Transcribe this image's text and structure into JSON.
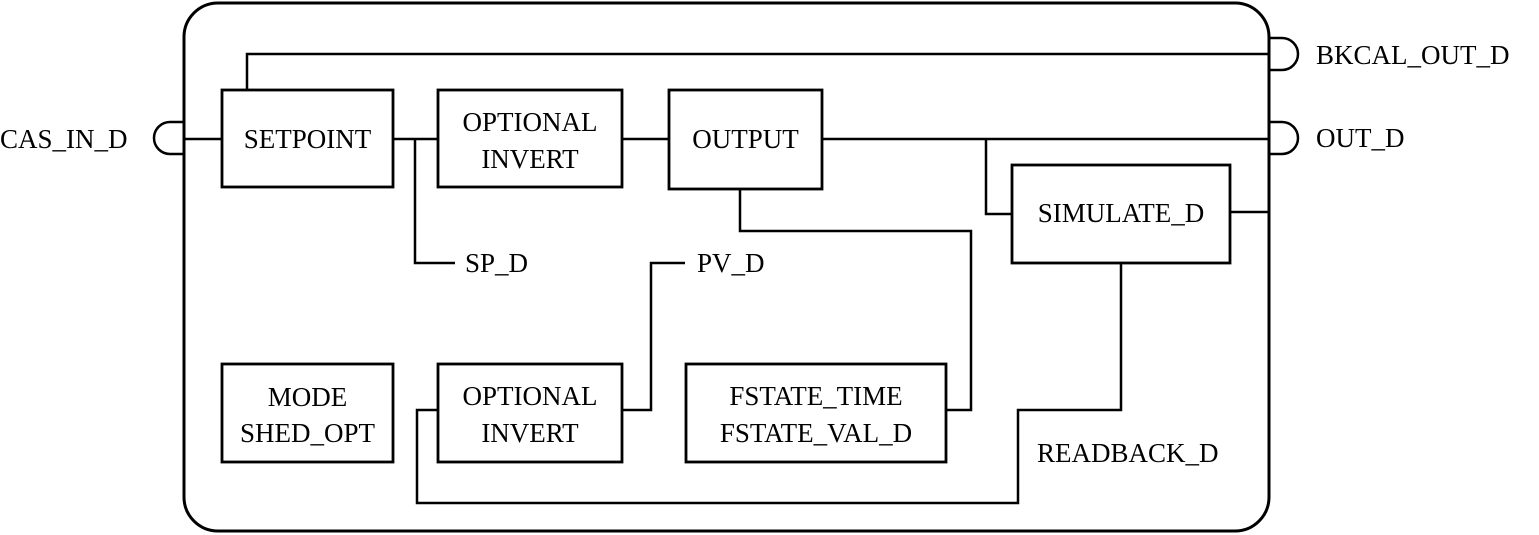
{
  "blocks": {
    "setpoint": "SETPOINT",
    "invert_top": {
      "line1": "OPTIONAL",
      "line2": "INVERT"
    },
    "output": "OUTPUT",
    "simulate": "SIMULATE_D",
    "mode": {
      "line1": "MODE",
      "line2": "SHED_OPT"
    },
    "invert_bottom": {
      "line1": "OPTIONAL",
      "line2": "INVERT"
    },
    "fstate": {
      "line1": "FSTATE_TIME",
      "line2": "FSTATE_VAL_D"
    }
  },
  "ports": {
    "cas_in": "CAS_IN_D",
    "bkcal_out": "BKCAL_OUT_D",
    "out": "OUT_D"
  },
  "signals": {
    "sp": "SP_D",
    "pv": "PV_D",
    "readback": "READBACK_D"
  }
}
